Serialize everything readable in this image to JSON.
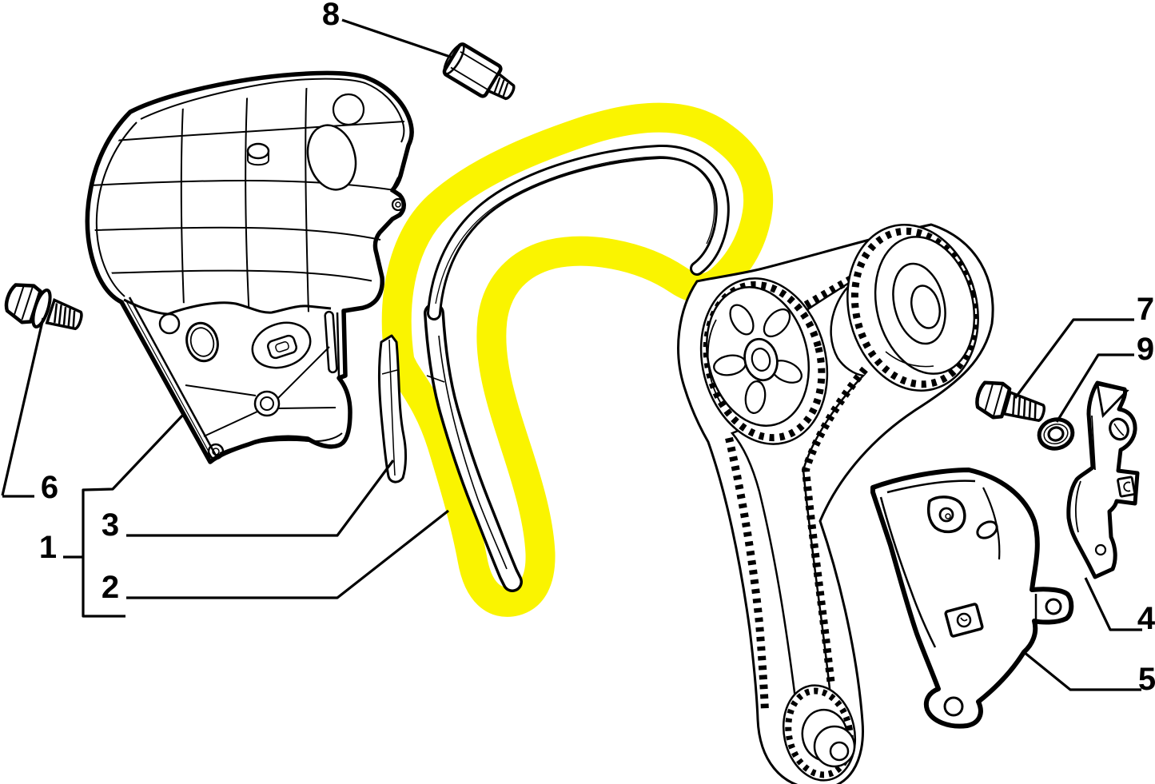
{
  "diagram": {
    "type": "exploded-parts-line-drawing",
    "background_color": "#ffffff",
    "line_color": "#000000",
    "highlight_color": "#FAF400",
    "highlighted_callout": "2",
    "callouts": [
      {
        "id": "8",
        "label": "8"
      },
      {
        "id": "6",
        "label": "6"
      },
      {
        "id": "1",
        "label": "1"
      },
      {
        "id": "3",
        "label": "3"
      },
      {
        "id": "2",
        "label": "2"
      },
      {
        "id": "7",
        "label": "7"
      },
      {
        "id": "9",
        "label": "9"
      },
      {
        "id": "4",
        "label": "4"
      },
      {
        "id": "5",
        "label": "5"
      }
    ]
  }
}
